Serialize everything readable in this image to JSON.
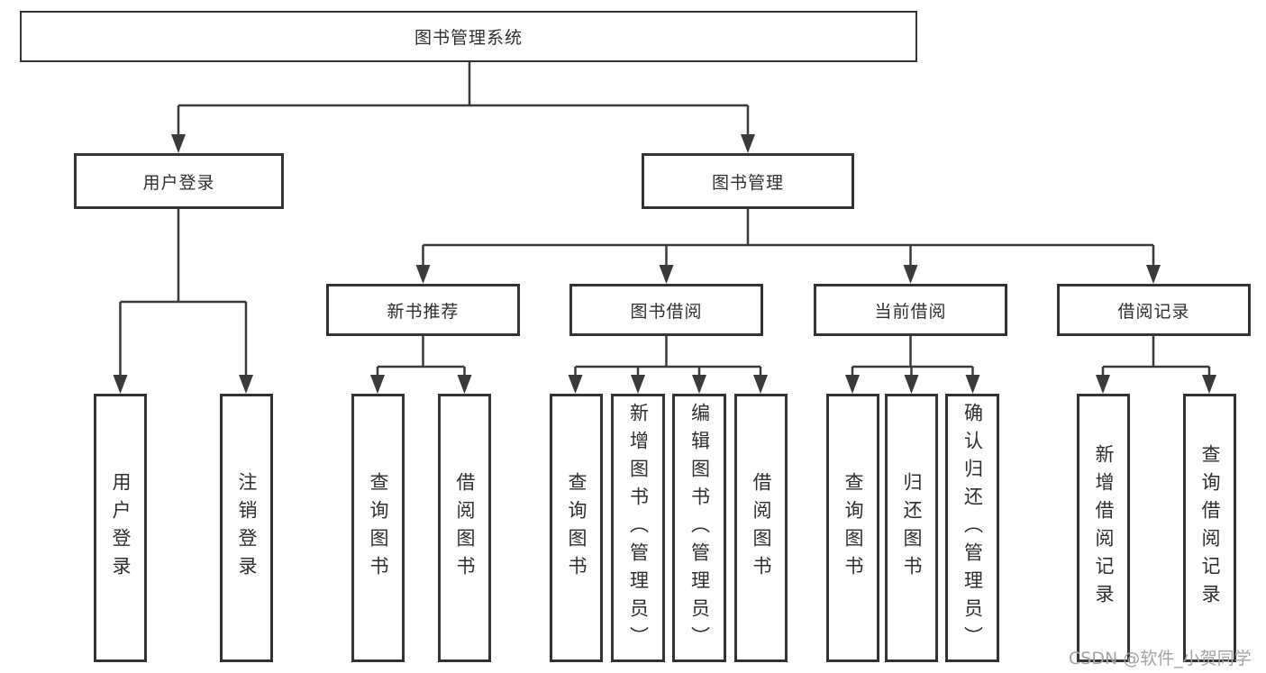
{
  "diagram": {
    "root": {
      "label": "图书管理系统"
    },
    "branches": [
      {
        "label": "用户登录",
        "children": [
          {
            "label": "用户登录"
          },
          {
            "label": "注销登录"
          }
        ]
      },
      {
        "label": "图书管理",
        "children": [
          {
            "label": "新书推荐",
            "children": [
              {
                "label": "查询图书"
              },
              {
                "label": "借阅图书"
              }
            ]
          },
          {
            "label": "图书借阅",
            "children": [
              {
                "label": "查询图书"
              },
              {
                "label": "新增图书（管理员）"
              },
              {
                "label": "编辑图书（管理员）"
              },
              {
                "label": "借阅图书"
              }
            ]
          },
          {
            "label": "当前借阅",
            "children": [
              {
                "label": "查询图书"
              },
              {
                "label": "归还图书"
              },
              {
                "label": "确认归还（管理员）"
              }
            ]
          },
          {
            "label": "借阅记录",
            "children": [
              {
                "label": "新增借阅记录"
              },
              {
                "label": "查询借阅记录"
              }
            ]
          }
        ]
      }
    ]
  },
  "watermark": {
    "text": "CSDN @软件_小贺同学"
  },
  "colors": {
    "line": "#3a3a3a",
    "border": "#333333",
    "text": "#2e2e2e",
    "background": "#ffffff",
    "watermark": "#a3a3a5"
  }
}
